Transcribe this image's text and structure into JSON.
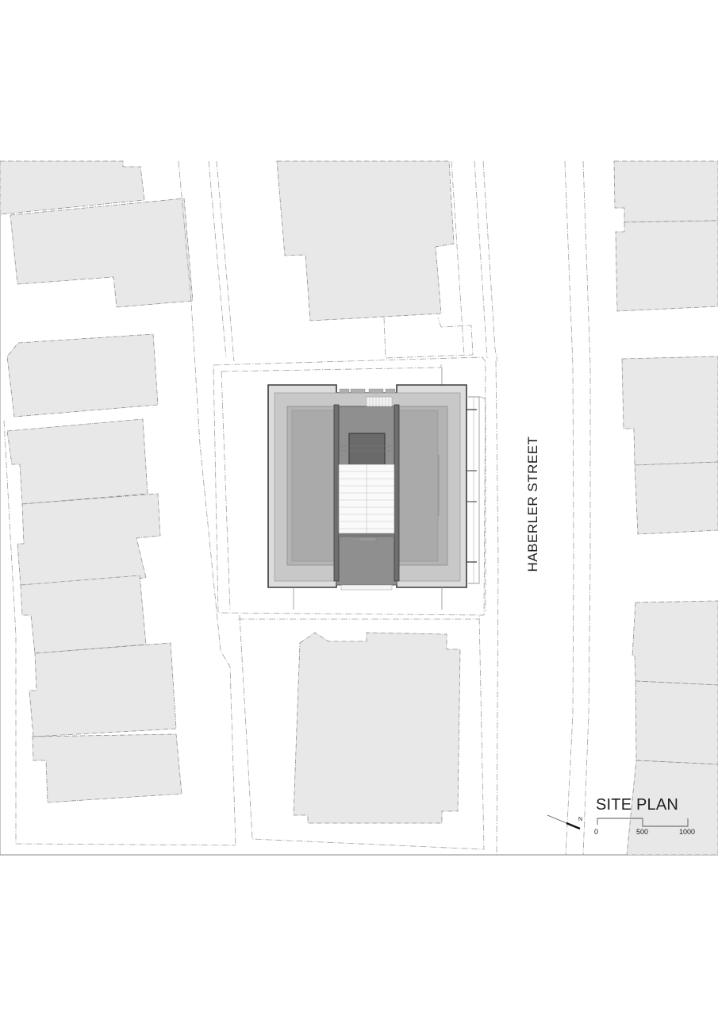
{
  "drawing": {
    "title": "SITE PLAN",
    "street_name": "HABERLER STREET",
    "north_indicator": {
      "label": "N",
      "icon": "north-arrow-icon"
    },
    "scale_bar": {
      "ticks": [
        "0",
        "500",
        "1000"
      ]
    },
    "colors": {
      "background": "#ffffff",
      "neighbor_building_fill": "#e8e8e8",
      "property_line": "#9a9a9a",
      "building_outer_fill": "#d9d9d9",
      "building_mid_fill": "#bdbdbd",
      "building_roof_fill": "#a9a9a9",
      "core_fill": "#8e8e8e",
      "core_dark_fill": "#6b6b6b",
      "stair_fill": "#ffffff",
      "outline_dark": "#3a3a3a"
    },
    "elements": {
      "neighbor_buildings_west": 8,
      "neighbor_buildings_north": 1,
      "neighbor_buildings_south": 1,
      "neighbor_buildings_east": 6,
      "project_building": "central building with courtyard stair core"
    }
  }
}
